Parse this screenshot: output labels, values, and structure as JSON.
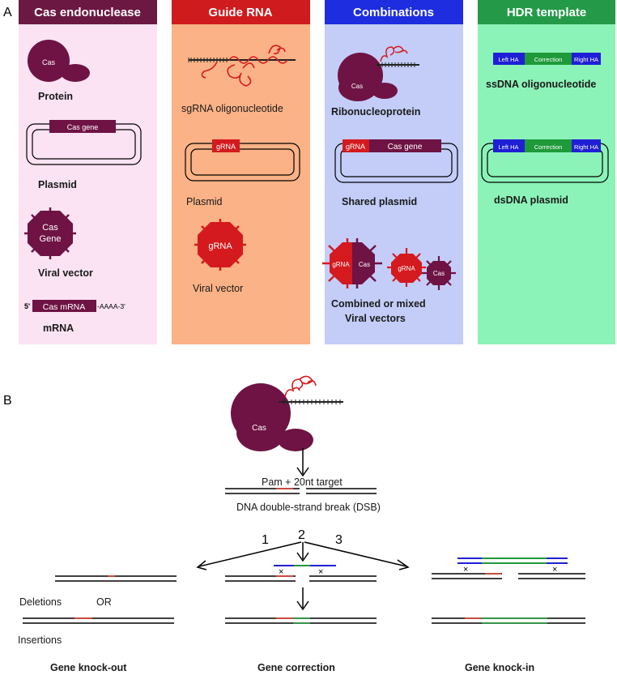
{
  "panel_a": {
    "label": "A",
    "columns": [
      {
        "header": "Cas endonuclease",
        "items": [
          "Protein",
          "Plasmid",
          "Viral vector",
          "mRNA"
        ],
        "protein_text": "Cas",
        "plasmid_gene": "Cas gene",
        "viral_text_1": "Cas",
        "viral_text_2": "Gene",
        "mrna_5prime": "5'",
        "mrna_text": "Cas mRNA",
        "mrna_3prime": "-AAAA-3'"
      },
      {
        "header": "Guide RNA",
        "items": [
          "sgRNA oligonucleotide",
          "Plasmid",
          "Viral vector"
        ],
        "plasmid_text": "gRNA",
        "viral_text": "gRNA"
      },
      {
        "header": "Combinations",
        "items": [
          "Ribonucleoprotein",
          "Shared plasmid",
          "Combined or mixed",
          "Viral vectors"
        ],
        "rnp_text": "Cas",
        "plasmid_grna": "gRNA",
        "plasmid_gene": "Cas gene",
        "viral_combined_grna": "gRNA",
        "viral_combined_cas": "Cas",
        "viral_grna": "gRNA",
        "viral_cas": "Cas"
      },
      {
        "header": "HDR template",
        "items": [
          "ssDNA oligonucleotide",
          "dsDNA plasmid"
        ],
        "left_ha": "Left HA",
        "correction": "Correction",
        "right_ha": "Right HA"
      }
    ]
  },
  "panel_b": {
    "label": "B",
    "cas_text": "Cas",
    "target_label": "Pam + 20nt target",
    "dsb_label": "DNA double-strand break (DSB)",
    "path_numbers": [
      "1",
      "2",
      "3"
    ],
    "deletions": "Deletions",
    "or_text": "OR",
    "insertions": "Insertions",
    "outcomes": [
      "Gene knock-out",
      "Gene correction",
      "Gene knock-in"
    ],
    "mark": "×"
  },
  "colors": {
    "col_pink": "#fbe3f3",
    "col_orange": "#fbb286",
    "col_blue": "#c3cdf8",
    "col_green": "#8cf3b8",
    "hdr_purple": "#6b1942",
    "hdr_red": "#cf1b1e",
    "hdr_blue": "#1e2de0",
    "hdr_green": "#249a48",
    "cas": "#6e1344",
    "grna_red": "#d41a1e",
    "ha_blue": "#1f1fd6",
    "correction_green": "#1e9a3a",
    "dna_black": "#000000",
    "cut_red": "#e23a2c"
  }
}
